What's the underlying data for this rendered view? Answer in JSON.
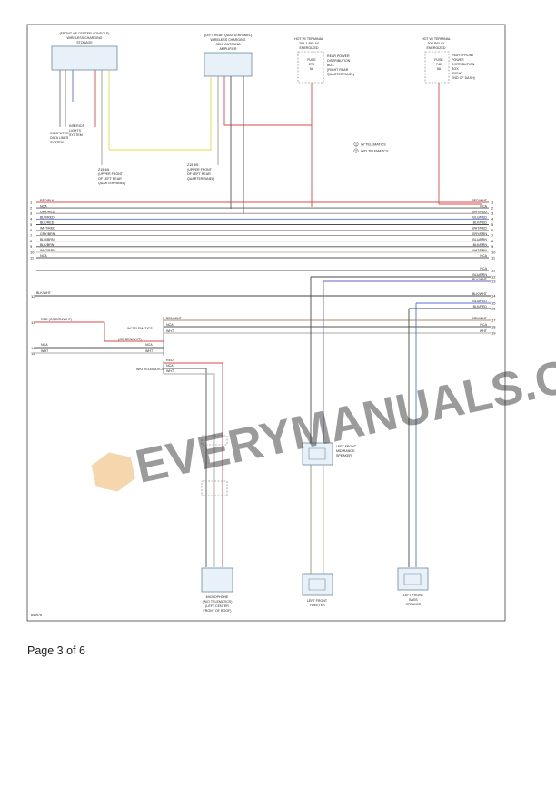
{
  "page": {
    "label": "Page 3 of 6",
    "diagram_id": "645976"
  },
  "components": {
    "wireless_charging": [
      "(FRONT OF CENTER CONSOLE)",
      "WIRELESS CHARGING",
      "STORAGE"
    ],
    "antenna_amp": [
      "(LEFT REAR QUARTERPANEL)",
      "WIRELESS CHARGING",
      "SELF ANTENNA",
      "AMPLIFIER"
    ],
    "rear_pdc_hot": [
      "HOT W/ TERMINAL",
      "30B-1 RELAY",
      "ENERGIZED"
    ],
    "rear_pdc_box": [
      "REAR POWER",
      "DISTRIBUTION",
      "BOX",
      "(RIGHT REAR",
      "QUARTERPANEL)"
    ],
    "front_pdc_hot": [
      "HOT W/ TERMINAL",
      "30B RELAY",
      "ENERGIZED"
    ],
    "front_pdc_box": [
      "RIGHT FRONT",
      "POWER",
      "DISTRIBUTION",
      "BOX",
      "(RIGHT",
      "END OF DASH)"
    ],
    "fuse_rear": [
      "FUSE",
      "2T6",
      "5A"
    ],
    "fuse_front": [
      "FUSE",
      "F42",
      "5A"
    ],
    "interior_lights": [
      "INTERIOR",
      "LIGHTS",
      "SYSTEM"
    ],
    "computer_data": [
      "COMPUTER",
      "DATA LINES",
      "SYSTEM"
    ],
    "splice_1": [
      "Z15 4/6",
      "(UPPER FRONT",
      "OF LEFT REAR",
      "QUARTERPANEL)"
    ],
    "splice_2": [
      "Z15 4/6",
      "(UPPER FRONT",
      "OF LEFT REAR",
      "QUARTERPANEL)"
    ],
    "microphone": [
      "MICROPHONE",
      "(W/O TELEMATICS)",
      "(LEFT CENTER",
      "FRONT OF ROOF)"
    ],
    "midrange": [
      "LEFT FRONT",
      "MID-RANGE",
      "SPEAKER"
    ],
    "tweeter": [
      "LEFT FRONT",
      "TWEETER"
    ],
    "bass": [
      "LEFT FRONT",
      "BASS",
      "SPEAKER"
    ]
  },
  "legend": [
    {
      "num": "1",
      "text": "W/ TELEMATICS"
    },
    {
      "num": "2",
      "text": "W/O TELEMATICS"
    }
  ],
  "wires_left": [
    "RED/BLK",
    "NCA",
    "GRY/RED",
    "BLU/RED",
    "BLK/RED",
    "WHT/RED",
    "GRY/BRN",
    "BLU/BRN",
    "BLK/BRN",
    "WHT/BRN",
    "NCA"
  ],
  "wires_right": [
    "RED/WHT",
    "NCA",
    "GRY/RED",
    "BLU/RED",
    "BLK/RED",
    "WHT/RED",
    "GRY/BRN",
    "BLU/BRN",
    "BLK/BRN",
    "WHT/BRN",
    "NCA"
  ],
  "wire_colors": [
    "#d94a4a",
    "#555555",
    "#8a8a8a",
    "#5a6fd0",
    "#333333",
    "#b0b0b0",
    "#9c8f7a",
    "#6e62c4",
    "#4a4a4a",
    "#bdb39c",
    "#555555"
  ],
  "lower_right": [
    "NCA",
    "BLU/BRN",
    "BLK/WHT",
    "BLK/WHT",
    "BLU/RED",
    "BLK/RED",
    "BRN/WHT",
    "NCA",
    "WHT"
  ],
  "lower_left": [
    {
      "num": "12",
      "label": "BLK/WHT"
    },
    {
      "num": "13",
      "label": "RED   (OR BRN/WHT)"
    },
    {
      "num": "14",
      "label": "NCA"
    },
    {
      "num": "15",
      "label": "WHT"
    }
  ],
  "telematics_mid": [
    "BRN/WHT",
    "NCA",
    "WHT",
    "(OR BRN/WHT)",
    "NCA",
    "WHT"
  ],
  "options": [
    "W/ TELEMATICS",
    "W/O TELEMATICS"
  ],
  "opt_wires": [
    "RED",
    "NCA",
    "WHT"
  ],
  "watermark": "EVERYMANUALS.COM"
}
